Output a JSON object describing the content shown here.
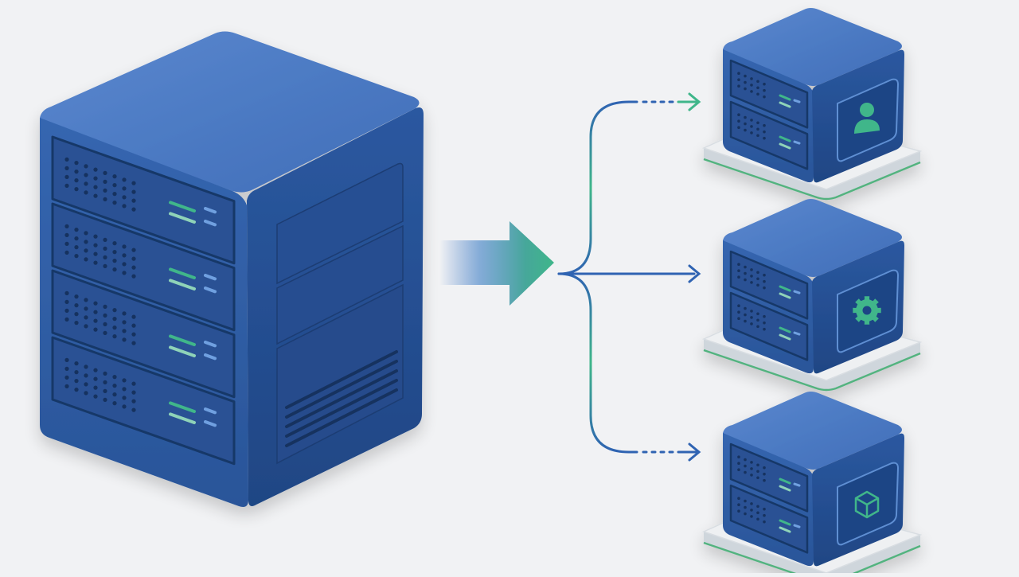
{
  "colors": {
    "background": "#f1f2f4",
    "server_top": "#4d7bc4",
    "server_front": "#2f5da5",
    "server_side": "#244c8f",
    "bay_face": "#2a5194",
    "bay_inset": "#1d3f78",
    "accent_green": "#3fb68a",
    "accent_blue": "#2f63b2",
    "vent": "#16325f",
    "platform": "#e4e7ea",
    "platform_edge": "#52b37f"
  },
  "main_server": {
    "icon": "server-rack-icon",
    "bay_count": 4
  },
  "flow_arrow": {
    "icon": "split-arrow-icon"
  },
  "targets": [
    {
      "role": "user",
      "icon": "user-icon",
      "connector": "dotted"
    },
    {
      "role": "settings",
      "icon": "gear-icon",
      "connector": "solid"
    },
    {
      "role": "package",
      "icon": "cube-icon",
      "connector": "dotted"
    }
  ]
}
